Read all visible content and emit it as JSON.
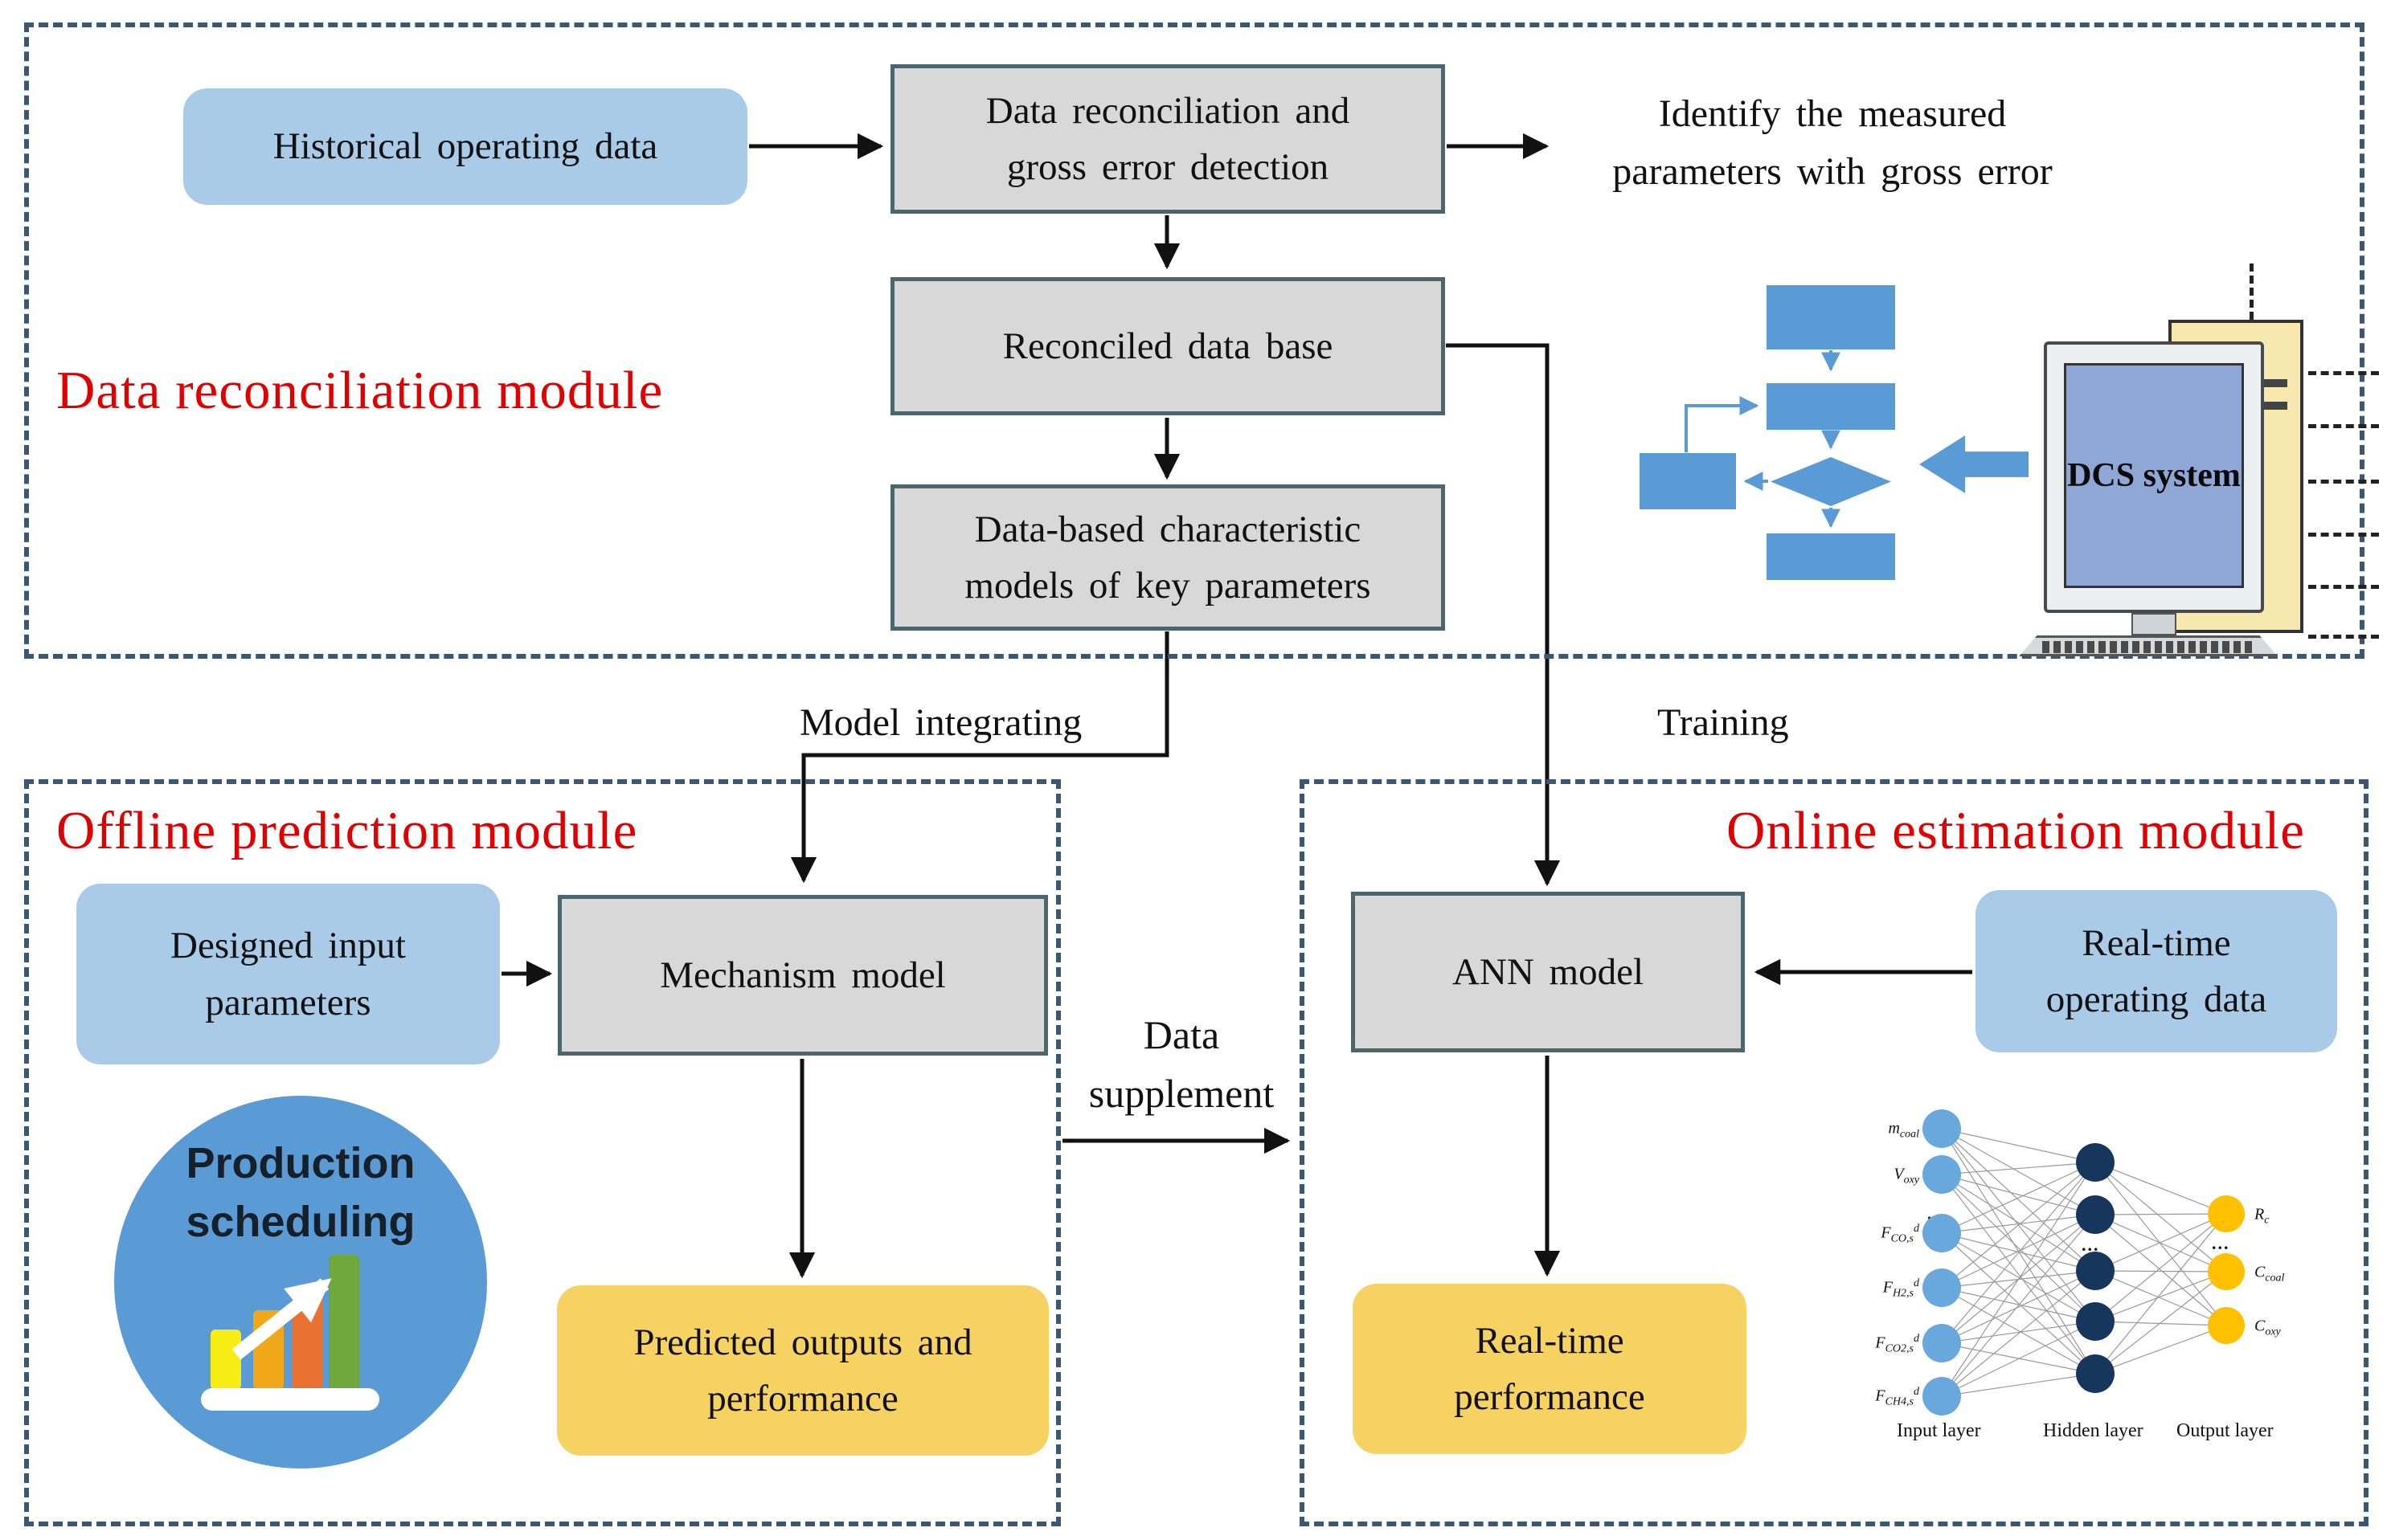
{
  "colors": {
    "module_border": "#3a5775",
    "module_title_red": "#e00000",
    "input_box_blue": "#a9cbe8",
    "process_box_gray": "#d8d8d8",
    "process_box_border": "#4a666e",
    "result_box_yellow": "#f6d262",
    "illustration_blue": "#5b9bd5",
    "nn_input_node": "#68a8dd",
    "nn_hidden_node": "#17365d",
    "nn_output_node": "#ffc000"
  },
  "module_reconciliation": {
    "title": "Data reconciliation module"
  },
  "module_offline": {
    "title": "Offline prediction module"
  },
  "module_online": {
    "title": "Online estimation module"
  },
  "boxes": {
    "historical": {
      "text": "Historical operating data"
    },
    "gross_error": {
      "line1": "Data reconciliation and",
      "line2": "gross error detection"
    },
    "reconciled": {
      "text": "Reconciled data base"
    },
    "characteristic": {
      "line1": "Data-based characteristic",
      "line2": "models of key parameters"
    },
    "designed": {
      "line1": "Designed input",
      "line2": "parameters"
    },
    "mechanism": {
      "text": "Mechanism model"
    },
    "predicted": {
      "line1": "Predicted outputs and",
      "line2": "performance"
    },
    "ann": {
      "text": "ANN model"
    },
    "realtime_data": {
      "line1": "Real-time",
      "line2": "operating data"
    },
    "realtime_perf": {
      "line1": "Real-time",
      "line2": "performance"
    }
  },
  "notes": {
    "identify": {
      "line1": "Identify the measured",
      "line2": "parameters with gross error"
    }
  },
  "connector_labels": {
    "model_integrating": "Model integrating",
    "training": "Training",
    "data_supplement": {
      "line1": "Data",
      "line2": "supplement"
    }
  },
  "icons": {
    "dcs": {
      "label": "DCS system"
    },
    "production": {
      "line1": "Production",
      "line2": "scheduling"
    }
  },
  "nn": {
    "ellipsis": "...",
    "input_labels": [
      {
        "main": "m",
        "sub": "coal",
        "sup": ""
      },
      {
        "main": "V",
        "sub": "oxy",
        "sup": ""
      },
      {
        "main": "F",
        "sub": "CO,s",
        "sup": "d"
      },
      {
        "main": "F",
        "sub": "H2,s",
        "sup": "d"
      },
      {
        "main": "F",
        "sub": "CO2,s",
        "sup": "d"
      },
      {
        "main": "F",
        "sub": "CH4,s",
        "sup": "d"
      }
    ],
    "output_labels": [
      {
        "main": "R",
        "sub": "c",
        "sup": ""
      },
      {
        "main": "C",
        "sub": "coal",
        "sup": ""
      },
      {
        "main": "C",
        "sub": "oxy",
        "sup": ""
      }
    ],
    "layers": {
      "input": "Input layer",
      "hidden": "Hidden layer",
      "output": "Output layer"
    }
  }
}
